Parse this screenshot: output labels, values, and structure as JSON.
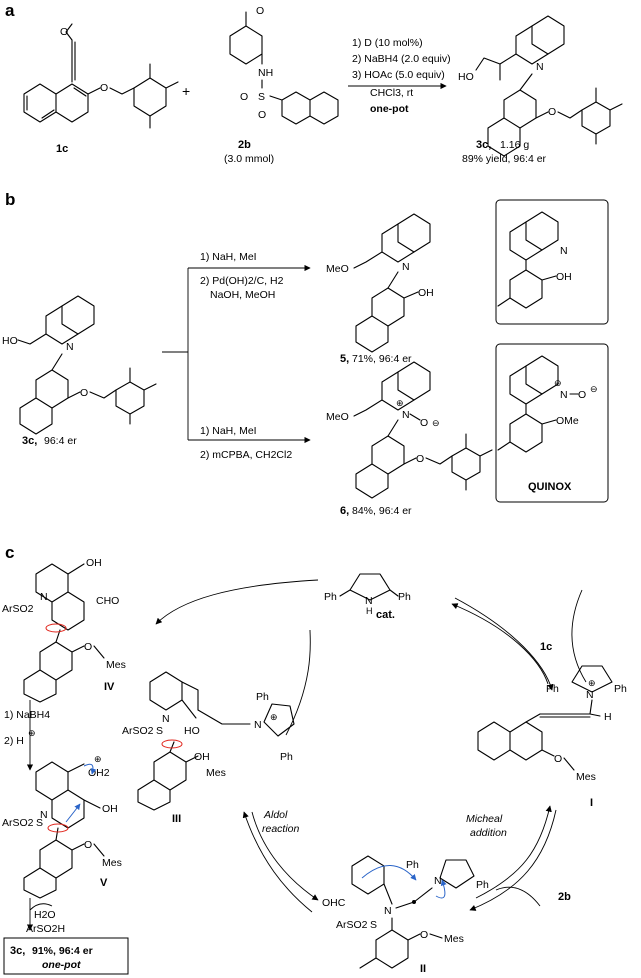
{
  "panels": {
    "a": "a",
    "b": "b",
    "c": "c"
  },
  "panel_a": {
    "plus": "+",
    "sm1_label": "1c",
    "sm2_label": "2b",
    "sm2_amount": "(3.0 mmol)",
    "sm2_atoms": {
      "o": "O",
      "nh": "NH",
      "s": "S",
      "o1": "O",
      "o2": "O"
    },
    "cond1": "1) D (10 mol%)",
    "cond2": "2) NaBH4 (2.0 equiv)",
    "cond3": "3) HOAc (5.0 equiv)",
    "cond4": "CHCl3, rt",
    "cond5": "one-pot",
    "prod_name": "3c,",
    "prod_mass": "1.16 g",
    "prod_yield": "89% yield, 96:4 er",
    "atoms": {
      "ho": "HO",
      "n": "N",
      "o": "O"
    }
  },
  "panel_b": {
    "sm_label": "3c,",
    "sm_er": "96:4 er",
    "top_cond1": "1) NaH, MeI",
    "top_cond2": "2) Pd(OH)2/C, H2",
    "top_cond3": "NaOH, MeOH",
    "p5_label": "5,",
    "p5_yield": "71%, 96:4 er",
    "bot_cond1": "1) NaH, MeI",
    "bot_cond2": "2) mCPBA, CH2Cl2",
    "p6_label": "6,",
    "p6_yield": "84%, 96:4 er",
    "box2_label": "QUINOX",
    "atoms": {
      "meo": "MeO",
      "oh": "OH",
      "n": "N",
      "o": "O",
      "ome": "OMe",
      "ho": "HO"
    }
  },
  "panel_c": {
    "cat_label": "cat.",
    "cat_atoms": {
      "ph": "Ph",
      "nh": "N",
      "h": "H"
    },
    "r1c": "1c",
    "r2b": "2b",
    "int_I": "I",
    "int_II": "II",
    "int_III": "III",
    "int_IV": "IV",
    "int_V": "V",
    "aldol1": "Aldol",
    "aldol2": "reaction",
    "mich1": "Micheal",
    "mich2": "addition",
    "step_nabh4": "1) NaBH4",
    "step_h": "2)  H",
    "h2o": "H2O",
    "arso2h": "ArSO2H",
    "final_label": "3c,",
    "final_yield": "91%, 96:4 er",
    "final_onepot": "one-pot",
    "atoms": {
      "oh": "OH",
      "cho": "CHO",
      "arso2": "ArSO2",
      "n": "N",
      "s": "S",
      "o": "O",
      "mes": "Mes",
      "ho": "HO",
      "ph": "Ph",
      "h": "H",
      "ohc": "OHC",
      "oh2": "OH2",
      "plus": "⊕",
      "minus": "⊖"
    }
  }
}
